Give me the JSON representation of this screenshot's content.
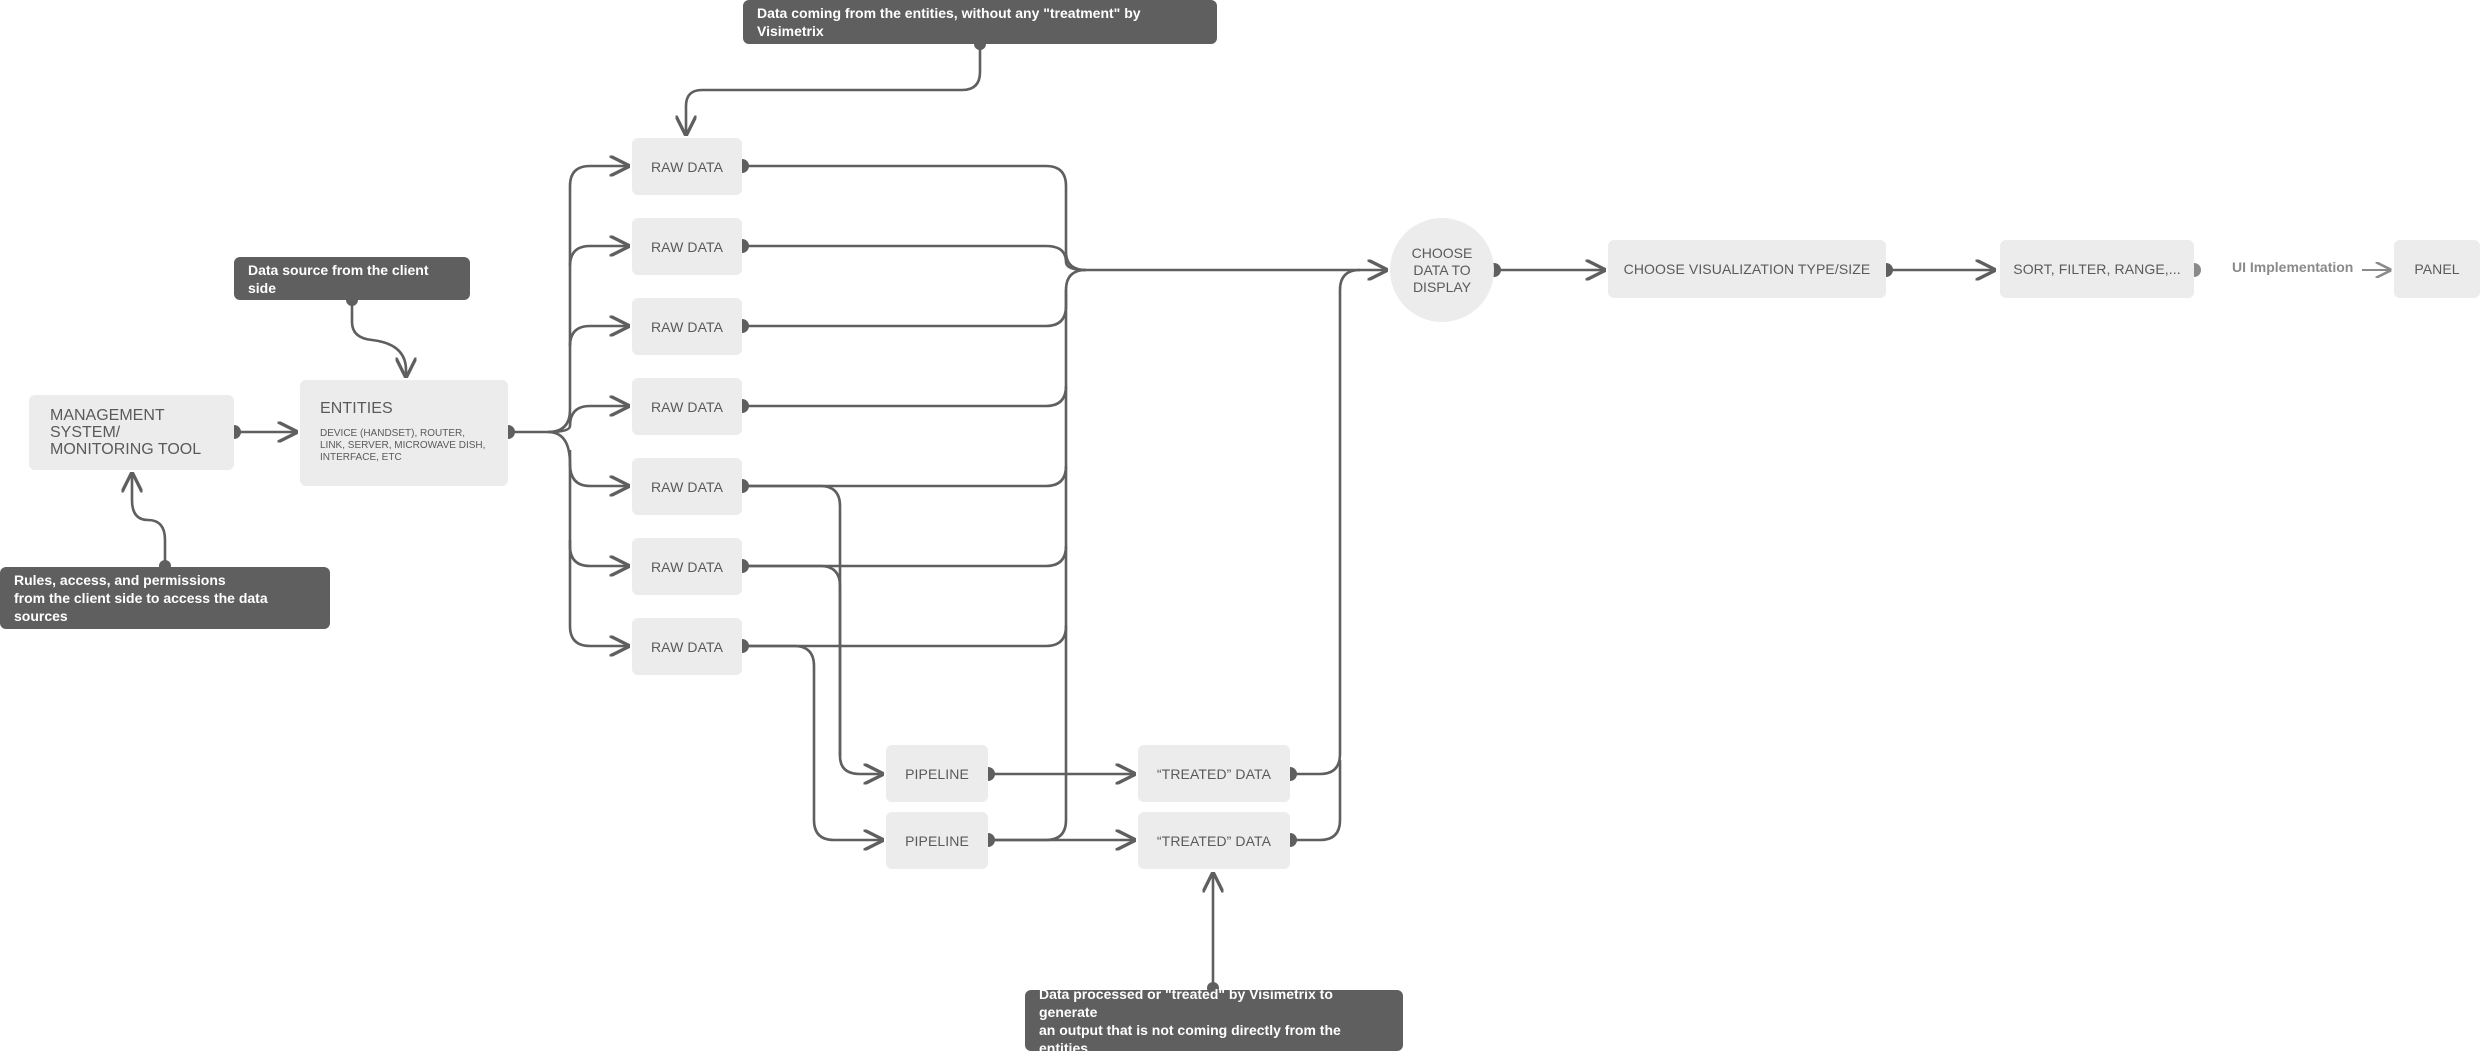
{
  "colors": {
    "line": "#5f5f5f",
    "node_fill": "#ececec",
    "note_fill": "#5f5f5f",
    "muted": "#8a8a8a"
  },
  "notes": {
    "raw_untreated": "Data coming from the entities, without any \"treatment\" by Visimetrix",
    "client_source": "Data source from the client side",
    "rules": "Rules, access, and permissions\nfrom the client side to access the data sources",
    "treated": "Data processed or \"treated\" by Visimetrix to generate\nan output that is not coming directly from the entities"
  },
  "nodes": {
    "management": "MANAGEMENT SYSTEM/\nMONITORING TOOL",
    "entities_title": "ENTITIES",
    "entities_detail": "DEVICE (HANDSET), ROUTER,\nLINK, SERVER, MICROWAVE DISH,\nINTERFACE, ETC",
    "raw_data": [
      "RAW DATA",
      "RAW DATA",
      "RAW DATA",
      "RAW DATA",
      "RAW DATA",
      "RAW DATA",
      "RAW DATA"
    ],
    "pipelines": [
      "PIPELINE",
      "PIPELINE"
    ],
    "treated_data": [
      "“TREATED” DATA",
      "“TREATED” DATA"
    ],
    "choose_data": "CHOOSE\nDATA TO\nDISPLAY",
    "choose_viz": "CHOOSE VISUALIZATION TYPE/SIZE",
    "sort_filter": "SORT, FILTER, RANGE,...",
    "ui_impl": "UI Implementation",
    "panel": "PANEL"
  }
}
